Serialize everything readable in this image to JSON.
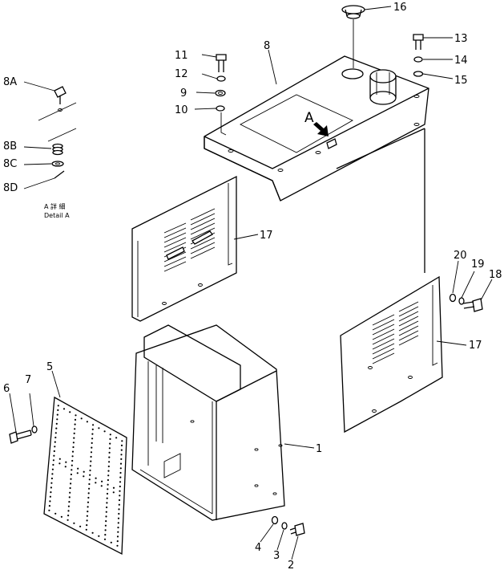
{
  "callouts": {
    "c1": "1",
    "c2": "2",
    "c3": "3",
    "c4": "4",
    "c5": "5",
    "c6": "6",
    "c7": "7",
    "c8": "8",
    "c8A": "8A",
    "c8B": "8B",
    "c8C": "8C",
    "c8D": "8D",
    "c9": "9",
    "c10": "10",
    "c11": "11",
    "c12": "12",
    "c13": "13",
    "c14": "14",
    "c15": "15",
    "c16": "16",
    "c17a": "17",
    "c17b": "17",
    "c18": "18",
    "c19": "19",
    "c20": "20"
  },
  "detail_view_marker": "A",
  "detail_caption": {
    "line1": "A 詳 細",
    "line2": "Detail A"
  }
}
